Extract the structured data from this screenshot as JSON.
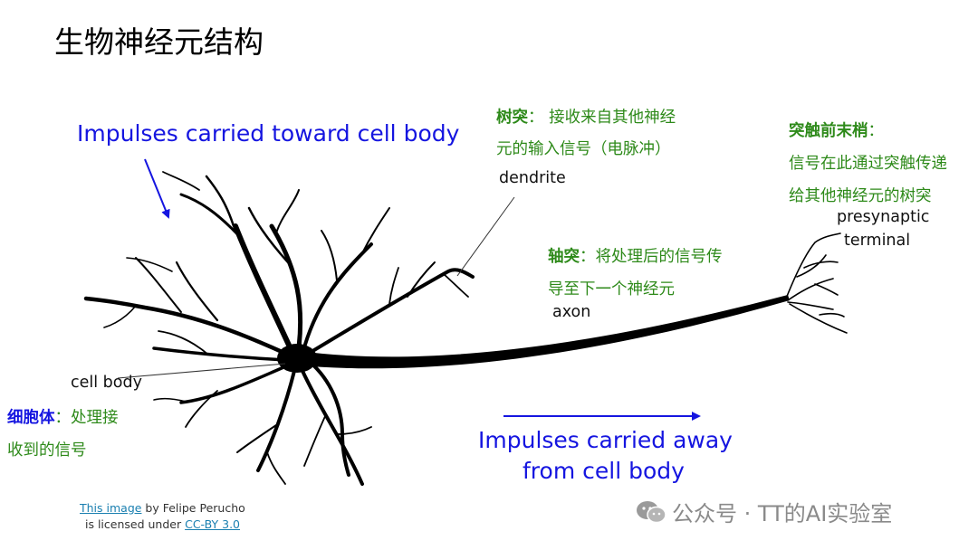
{
  "title": "生物神经元结构",
  "impulses_toward": "Impulses carried toward cell body",
  "impulses_away_line1": "Impulses carried away",
  "impulses_away_line2": "from cell body",
  "dendrite": {
    "term": "树突",
    "sep": "：",
    "desc_line1": "接收来自其他神经",
    "desc_line2": "元的输入信号（电脉冲）",
    "label": "dendrite"
  },
  "axon": {
    "term": "轴突",
    "sep": "：",
    "desc_line1": "将处理后的信号传",
    "desc_line2": "导至下一个神经元",
    "label": "axon"
  },
  "terminal": {
    "term": "突触前末梢",
    "sep": "：",
    "desc_line1": "信号在此通过突触传递",
    "desc_line2": "给其他神经元的树突",
    "label_line1": "presynaptic",
    "label_line2": "terminal"
  },
  "cell_body": {
    "label": "cell body",
    "term": "细胞体",
    "sep": "：",
    "desc_line1": "处理接",
    "desc_line2": "收到的信号"
  },
  "credit": {
    "link1": "This image",
    "text1": " by Felipe Perucho",
    "text2": "is licensed under ",
    "link2": "CC-BY 3.0"
  },
  "watermark": "公众号 · TT的AI实验室",
  "colors": {
    "blue": "#1515e0",
    "green": "#2e8a1a",
    "neuron": "#000000"
  }
}
